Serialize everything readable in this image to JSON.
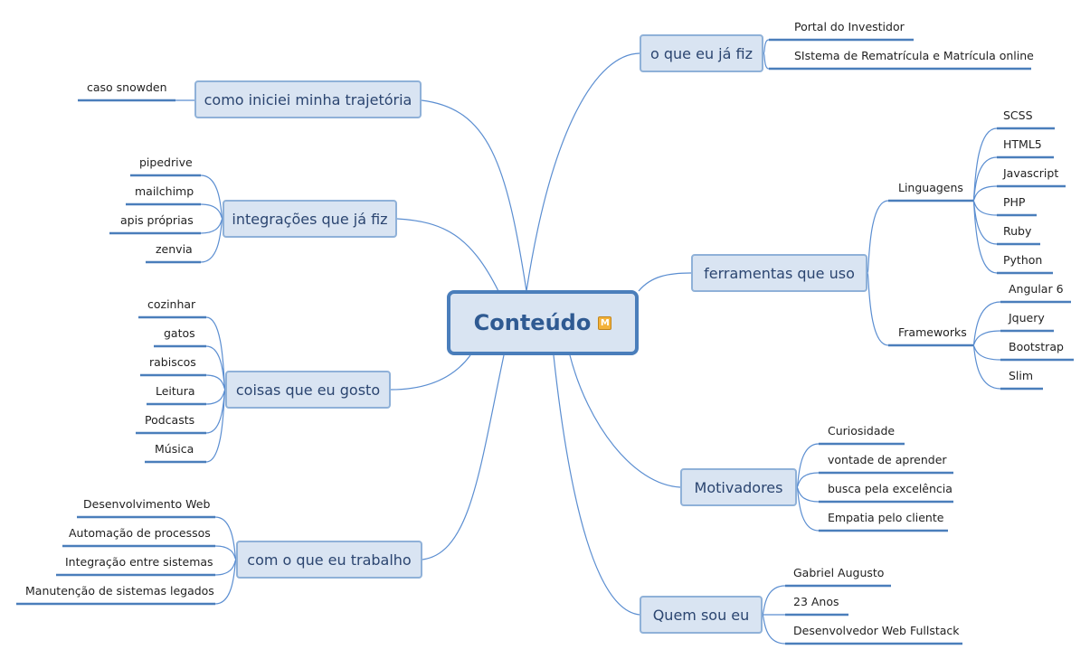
{
  "central": {
    "label": "Conteúdo",
    "marker": "M"
  },
  "colors": {
    "line": "#5b8ed1",
    "underline": "#4a7ebb",
    "node_fill": "#d9e4f2",
    "node_border": "#8fb1d8"
  },
  "branches": {
    "o_que_fiz": {
      "label": "o que eu já fiz",
      "items": [
        "Portal do Investidor",
        "SIstema de Rematrícula e Matrícula online"
      ]
    },
    "trajetoria": {
      "label": "como iniciei minha trajetória",
      "items": [
        "caso snowden"
      ]
    },
    "integracoes": {
      "label": "integrações que já fiz",
      "items": [
        "pipedrive",
        "mailchimp",
        "apis próprias",
        "zenvia"
      ]
    },
    "ferramentas": {
      "label": "ferramentas que uso",
      "linguagens": {
        "label": "Linguagens",
        "items": [
          "SCSS",
          "HTML5",
          "Javascript",
          "PHP",
          "Ruby",
          "Python"
        ]
      },
      "frameworks": {
        "label": "Frameworks",
        "items": [
          "Angular 6",
          "Jquery",
          "Bootstrap",
          "Slim"
        ]
      }
    },
    "gosto": {
      "label": "coisas que eu gosto",
      "items": [
        "cozinhar",
        "gatos",
        "rabiscos",
        "Leitura",
        "Podcasts",
        "Música"
      ]
    },
    "motivadores": {
      "label": "Motivadores",
      "items": [
        "Curiosidade",
        "vontade de aprender",
        "busca pela excelência",
        "Empatia pelo cliente"
      ]
    },
    "trabalho": {
      "label": "com o que eu trabalho",
      "items": [
        "Desenvolvimento Web",
        "Automação de processos",
        "Integração entre sistemas",
        "Manutenção de sistemas legados"
      ]
    },
    "quem_sou": {
      "label": "Quem sou eu",
      "items": [
        "Gabriel Augusto",
        "23 Anos",
        "Desenvolvedor Web Fullstack"
      ]
    }
  }
}
